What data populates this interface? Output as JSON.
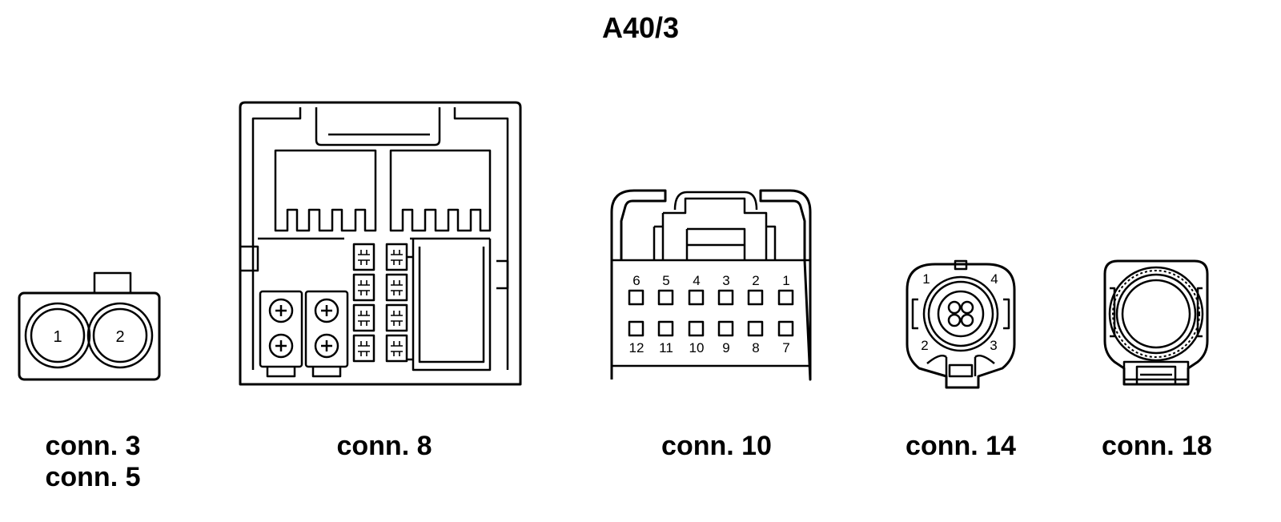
{
  "title": "A40/3",
  "connectors": [
    {
      "labels": [
        "conn. 3",
        "conn. 5"
      ],
      "pins": [
        "1",
        "2"
      ]
    },
    {
      "labels": [
        "conn. 8"
      ]
    },
    {
      "labels": [
        "conn. 10"
      ],
      "pins_top": [
        "6",
        "5",
        "4",
        "3",
        "2",
        "1"
      ],
      "pins_bottom": [
        "12",
        "11",
        "10",
        "9",
        "8",
        "7"
      ]
    },
    {
      "labels": [
        "conn. 14"
      ],
      "pins": [
        "1",
        "4",
        "2",
        "3"
      ]
    },
    {
      "labels": [
        "conn. 18"
      ]
    }
  ]
}
